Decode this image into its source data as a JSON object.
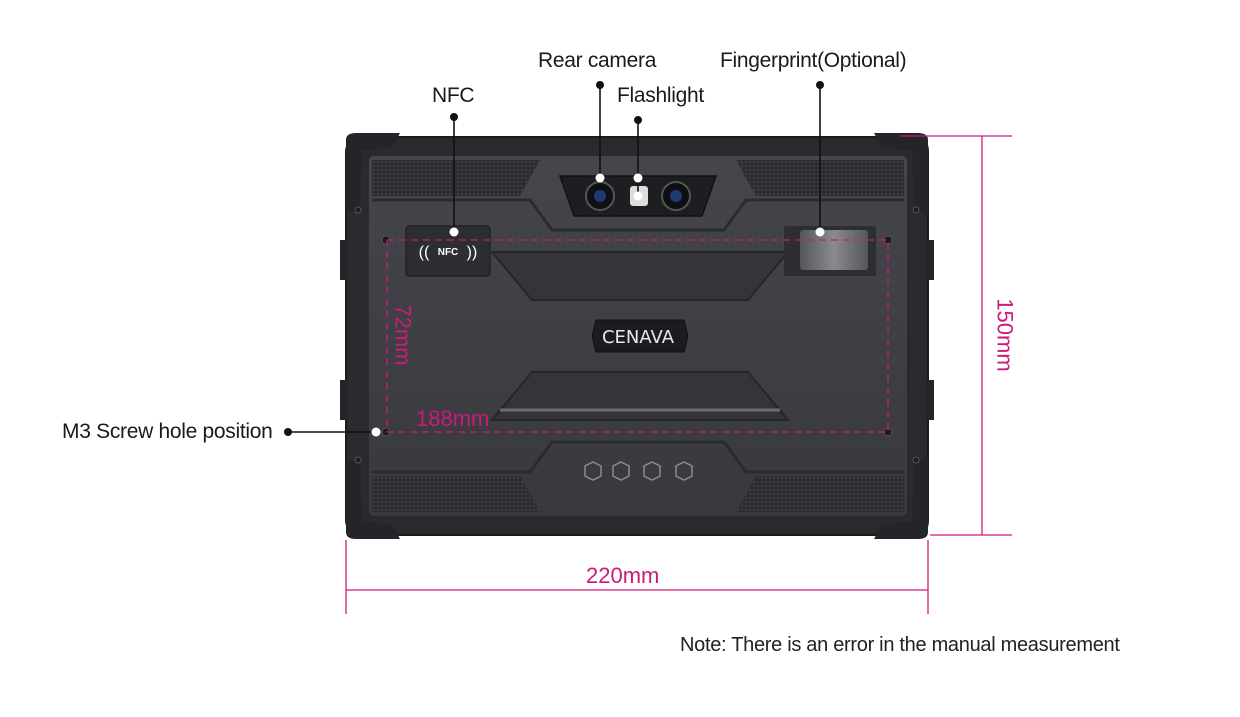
{
  "callouts": {
    "nfc": "NFC",
    "rear_camera": "Rear camera",
    "flashlight": "Flashlight",
    "fingerprint": "Fingerprint(Optional)",
    "screw_hole": "M3 Screw hole position"
  },
  "dimensions": {
    "width": "220mm",
    "height": "150mm",
    "hole_span_width": "188mm",
    "hole_span_height": "72mm"
  },
  "device": {
    "brand": "CENAVA",
    "nfc_badge": "NFC"
  },
  "note": "Note: There is an error in the manual measurement",
  "colors": {
    "dimension": "#cc1a7a",
    "body": "#3a3b3f",
    "frame": "#2a2b2e"
  }
}
